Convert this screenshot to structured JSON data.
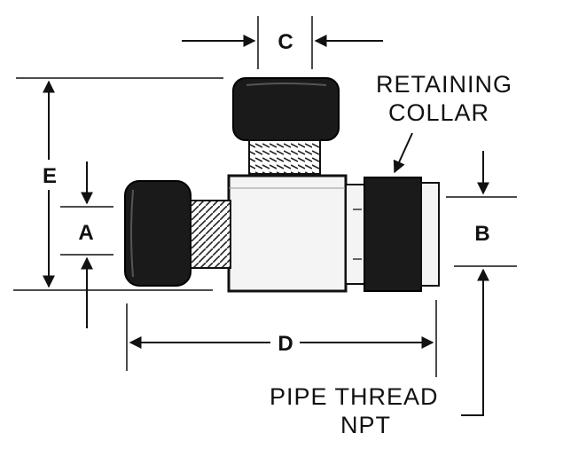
{
  "diagram": {
    "dimension_labels": {
      "a": "A",
      "b": "B",
      "c": "C",
      "d": "D",
      "e": "E"
    },
    "callouts": {
      "retaining_line1": "RETAINING",
      "retaining_line2": "COLLAR",
      "pipe_line1": "PIPE THREAD",
      "pipe_line2": "NPT"
    },
    "colors": {
      "ink": "#111111",
      "nut": "#1a1a1a",
      "body": "#f4f4f4",
      "background": "#ffffff"
    }
  }
}
